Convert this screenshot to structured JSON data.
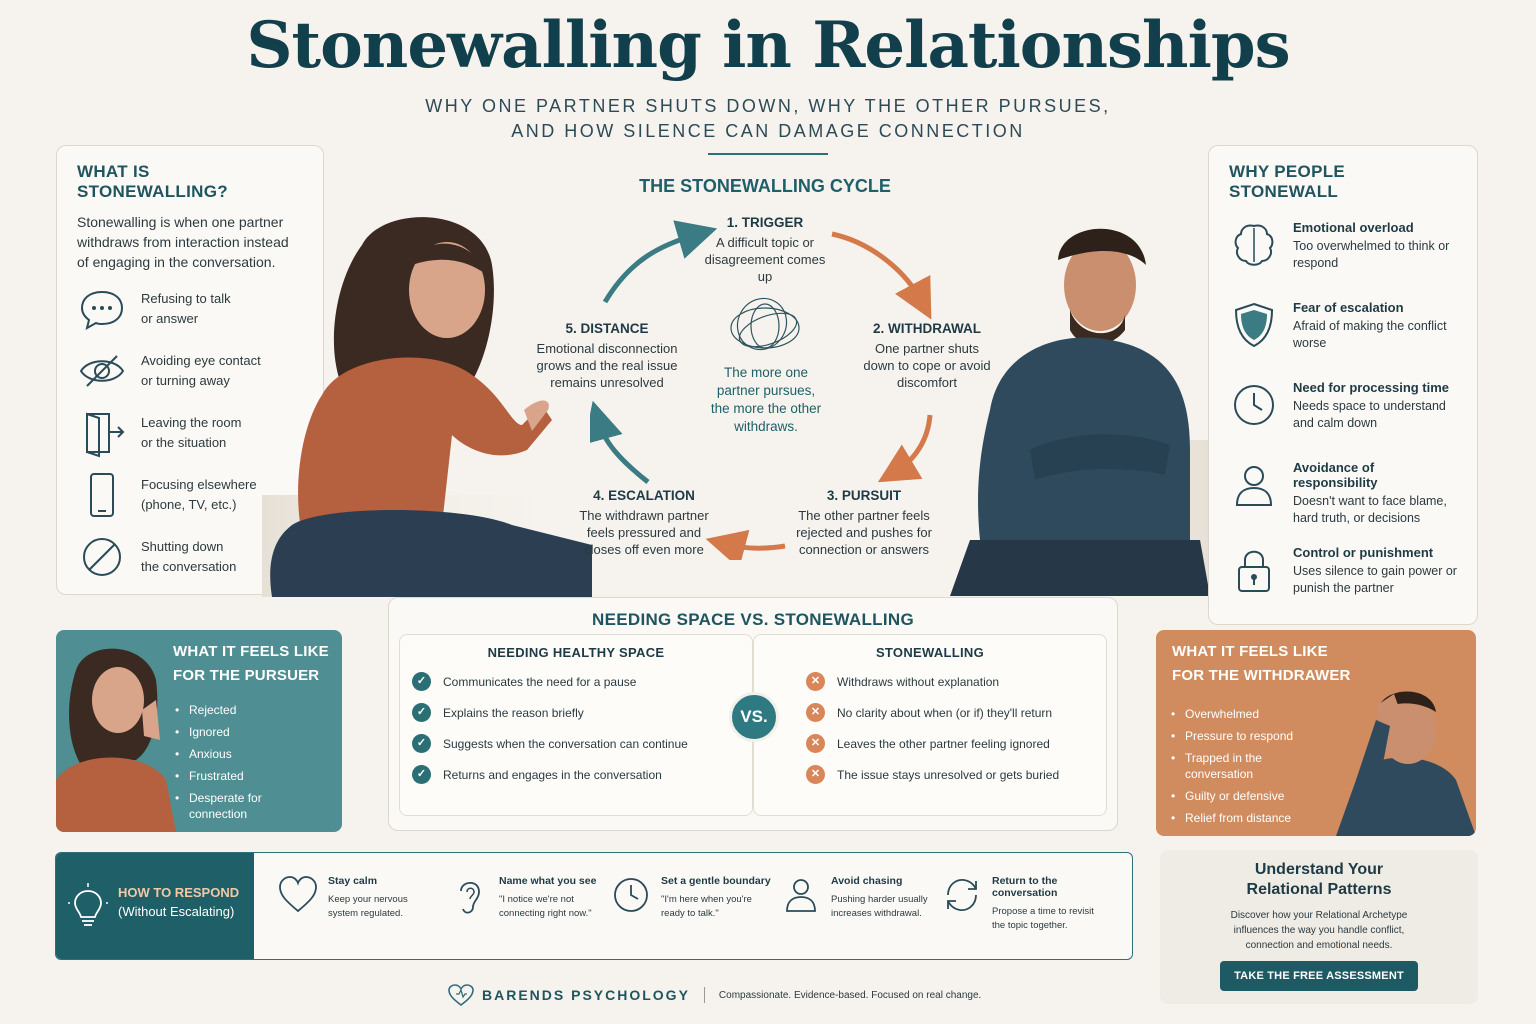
{
  "header": {
    "title": "Stonewalling in Relationships",
    "subtitle_line1": "WHY ONE PARTNER SHUTS DOWN, WHY THE OTHER PURSUES,",
    "subtitle_line2": "AND HOW SILENCE CAN DAMAGE CONNECTION"
  },
  "what": {
    "title": "WHAT IS STONEWALLING?",
    "description": "Stonewalling is when one partner withdraws from interaction instead of engaging in the conversation.",
    "items": [
      {
        "icon": "speech-bubble-icon",
        "text": "Refusing to talk\nor answer"
      },
      {
        "icon": "eye-slash-icon",
        "text": "Avoiding eye contact\nor turning away"
      },
      {
        "icon": "door-exit-icon",
        "text": "Leaving the room\nor the situation"
      },
      {
        "icon": "phone-icon",
        "text": "Focusing elsewhere\n(phone, TV, etc.)"
      },
      {
        "icon": "no-sign-icon",
        "text": "Shutting down\nthe conversation"
      }
    ]
  },
  "cycle": {
    "title": "THE STONEWALLING CYCLE",
    "center": "The more one partner pursues, the more the other withdraws.",
    "steps": [
      {
        "heading": "1. TRIGGER",
        "text": "A difficult topic or disagreement comes up"
      },
      {
        "heading": "2. WITHDRAWAL",
        "text": "One partner shuts down to cope or avoid discomfort"
      },
      {
        "heading": "3. PURSUIT",
        "text": "The other partner feels rejected and pushes for connection or answers"
      },
      {
        "heading": "4. ESCALATION",
        "text": "The withdrawn partner feels pressured and closes off even more"
      },
      {
        "heading": "5. DISTANCE",
        "text": "Emotional disconnection grows and the real issue remains unresolved"
      }
    ]
  },
  "why": {
    "title": "WHY PEOPLE STONEWALL",
    "items": [
      {
        "icon": "brain-icon",
        "heading": "Emotional overload",
        "text": "Too overwhelmed to think or respond"
      },
      {
        "icon": "shield-icon",
        "heading": "Fear of escalation",
        "text": "Afraid of making the conflict worse"
      },
      {
        "icon": "clock-icon",
        "heading": "Need for processing time",
        "text": "Needs space to understand and calm down"
      },
      {
        "icon": "person-icon",
        "heading": "Avoidance of responsibility",
        "text": "Doesn't want to face blame, hard truth, or decisions"
      },
      {
        "icon": "lock-icon",
        "heading": "Control or punishment",
        "text": "Uses silence to gain power or punish the partner"
      }
    ]
  },
  "pursuer": {
    "title_line1": "WHAT IT FEELS LIKE",
    "title_line2": "FOR THE PURSUER",
    "items": [
      "Rejected",
      "Ignored",
      "Anxious",
      "Frustrated",
      "Desperate for\nconnection"
    ],
    "color": "#4f8e92"
  },
  "withdrawer": {
    "title_line1": "WHAT IT FEELS LIKE",
    "title_line2": "FOR THE WITHDRAWER",
    "items": [
      "Overwhelmed",
      "Pressure to respond",
      "Trapped in the\nconversation",
      "Guilty or defensive",
      "Relief from distance"
    ],
    "color": "#d08b5e"
  },
  "compare": {
    "title": "NEEDING SPACE VS. STONEWALLING",
    "vs": "VS.",
    "healthy": {
      "heading": "NEEDING HEALTHY SPACE",
      "items": [
        "Communicates the need for a pause",
        "Explains the reason briefly",
        "Suggests when the conversation can continue",
        "Returns and engages in the conversation"
      ]
    },
    "stonewalling": {
      "heading": "STONEWALLING",
      "items": [
        "Withdraws without explanation",
        "No clarity about when (or if) they'll return",
        "Leaves the other partner feeling ignored",
        "The issue stays unresolved or gets buried"
      ]
    }
  },
  "respond": {
    "title": "HOW TO RESPOND",
    "subtitle": "(Without Escalating)",
    "tips": [
      {
        "icon": "heart-icon",
        "heading": "Stay calm",
        "text": "Keep your nervous\nsystem regulated."
      },
      {
        "icon": "ear-icon",
        "heading": "Name what you see",
        "text": "\"I notice we're not\nconnecting right now.\""
      },
      {
        "icon": "clock-icon",
        "heading": "Set a gentle boundary",
        "text": "\"I'm here when you're\nready to talk.\""
      },
      {
        "icon": "person-icon",
        "heading": "Avoid chasing",
        "text": "Pushing harder usually\nincreases withdrawal."
      },
      {
        "icon": "refresh-icon",
        "heading": "Return to the conversation",
        "text": "Propose a time to revisit\nthe topic together."
      }
    ]
  },
  "cta": {
    "title": "Understand Your\nRelational Patterns",
    "text": "Discover how your Relational Archetype\ninfluences the way you handle conflict,\nconnection and emotional needs.",
    "button": "TAKE THE FREE ASSESSMENT"
  },
  "footer": {
    "brand": "BARENDS PSYCHOLOGY",
    "tagline": "Compassionate.  Evidence-based.  Focused on real change."
  },
  "colors": {
    "teal": "#1f5f69",
    "orange": "#d47a4a",
    "green_check": "#2a6f74"
  }
}
